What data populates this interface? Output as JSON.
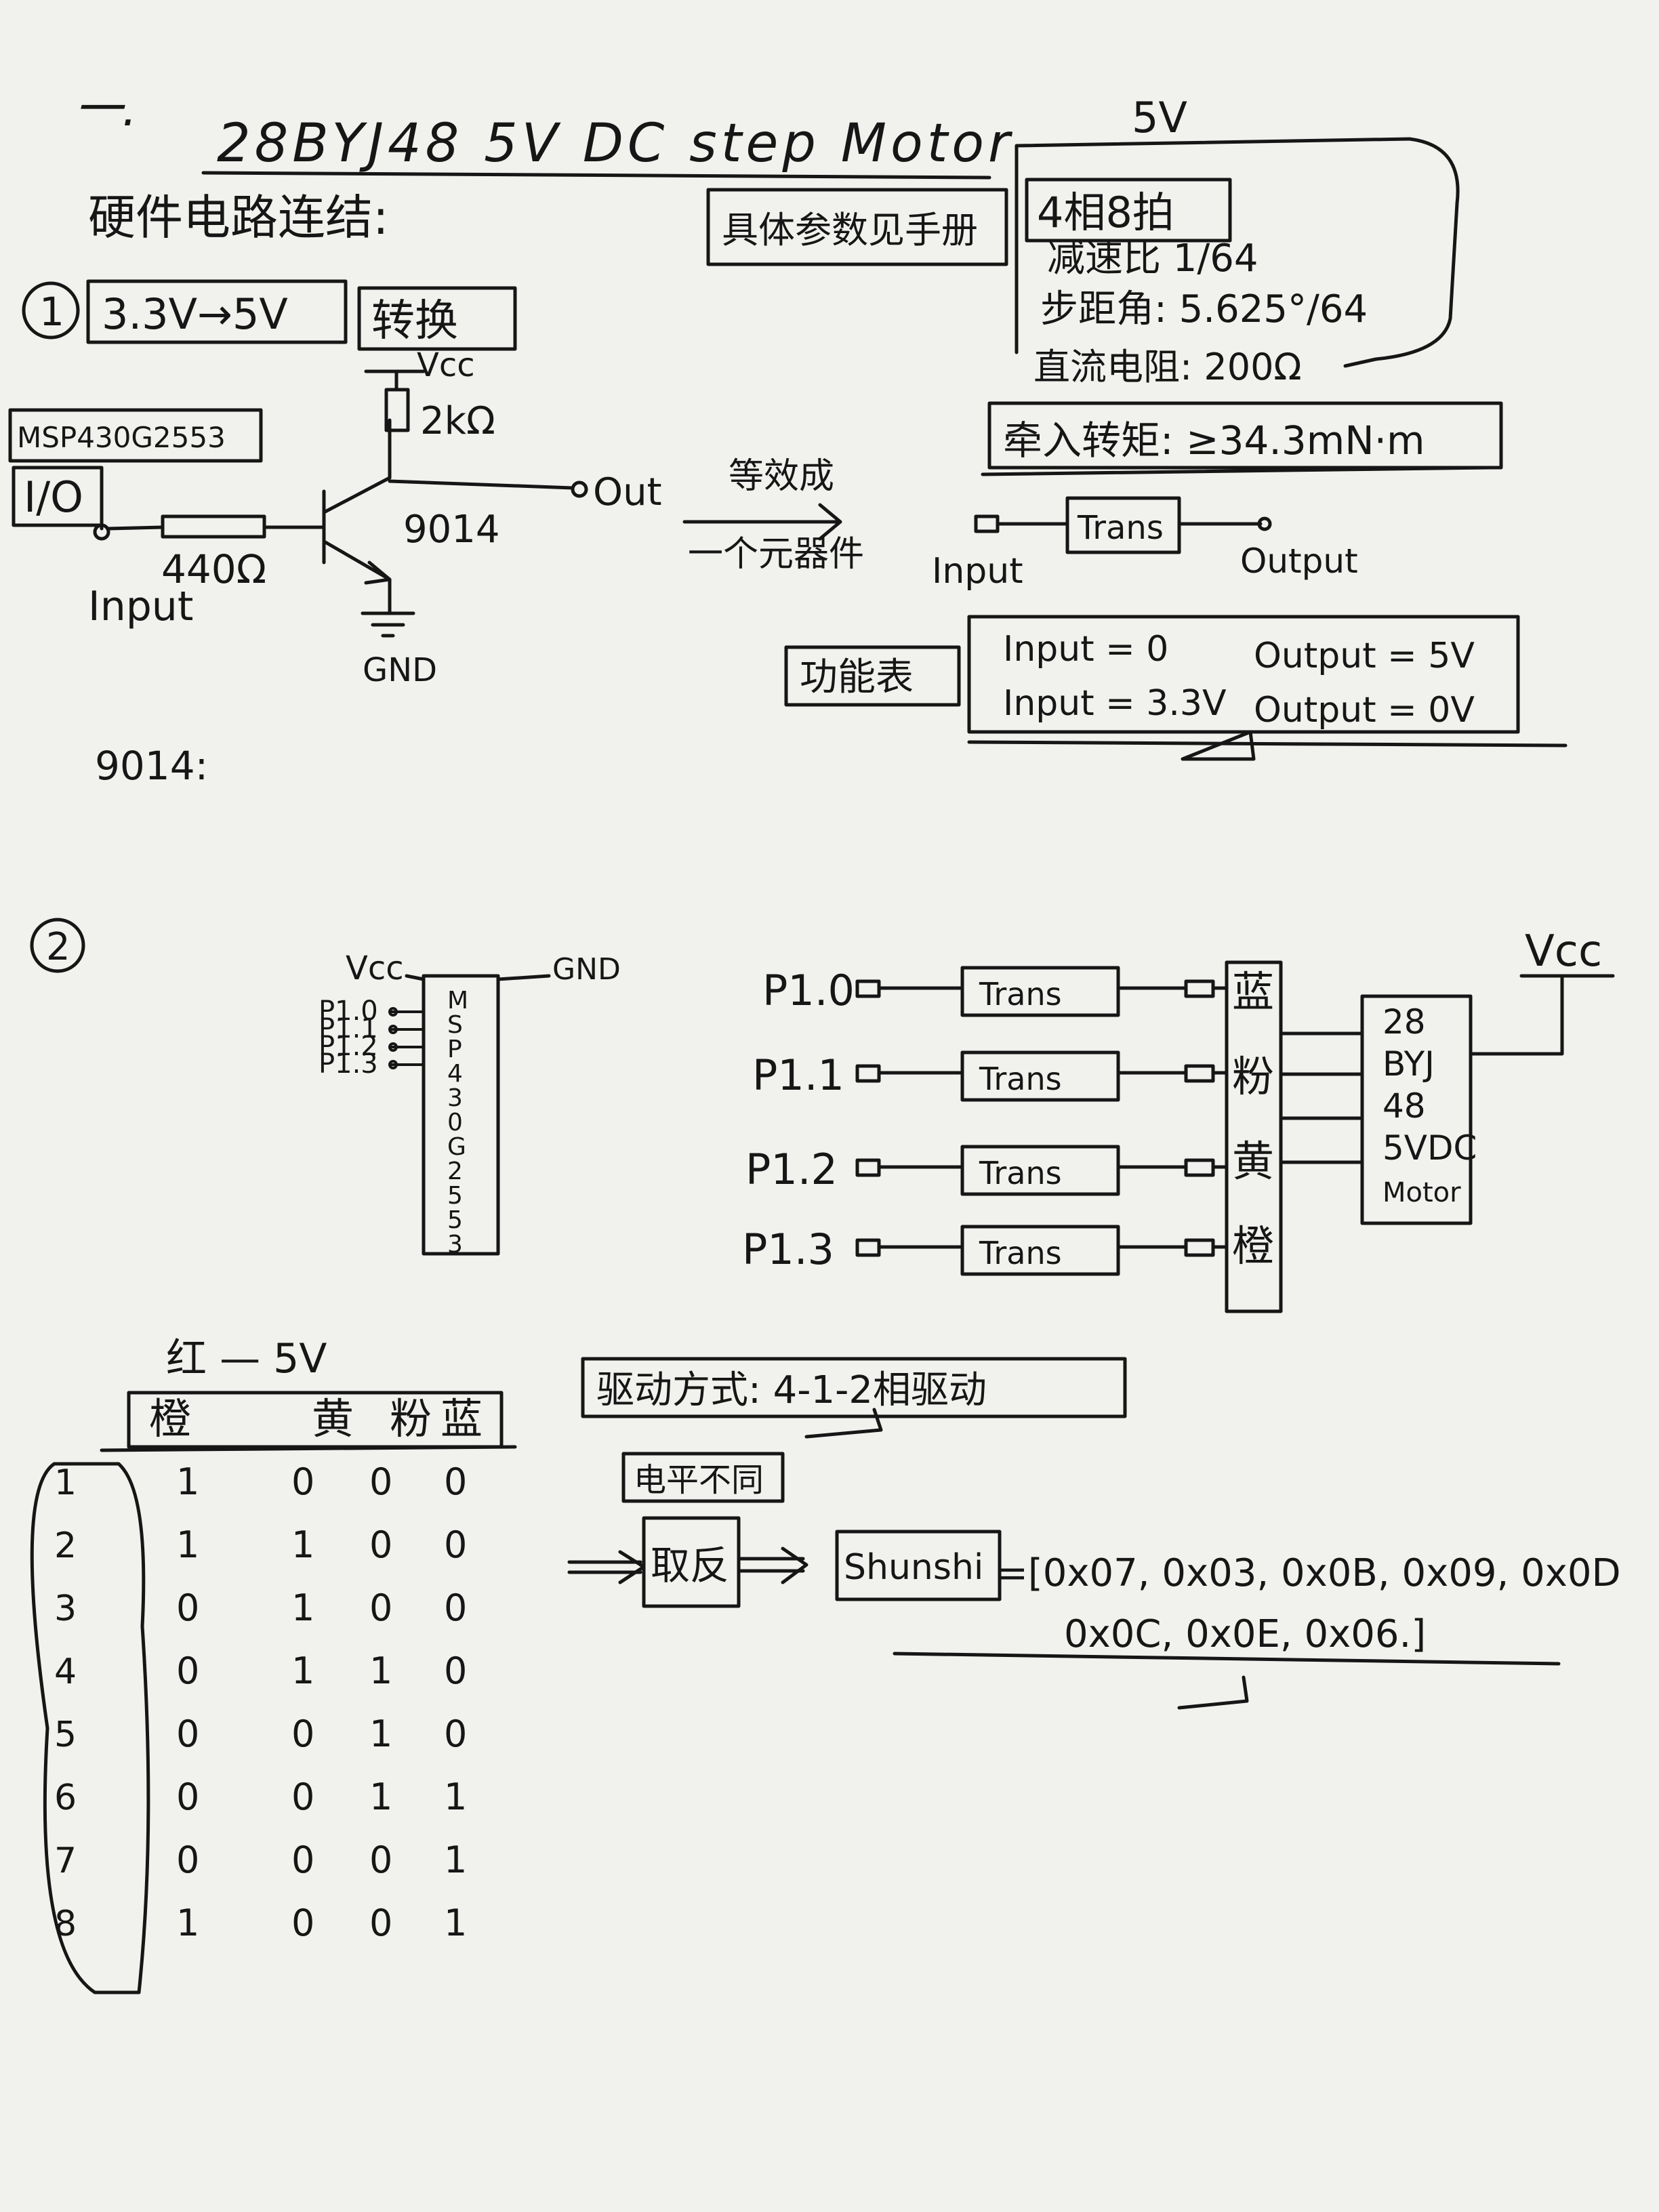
{
  "header": {
    "dash": "一.",
    "title": "28BYJ48 5V DC step Motor",
    "subtitle": "硬件电路连结:",
    "spec_note": "具体参数见手册"
  },
  "specs": {
    "voltage": "5V",
    "phase": "4相8拍",
    "reduction": "减速比 1/64",
    "step_angle": "步距角: 5.625°/64",
    "resistance": "直流电阻: 200Ω",
    "torque": "牵入转矩: ≥34.3mN·m"
  },
  "section1": {
    "number": "①",
    "convert_label": "3.3V→5V",
    "convert_word": "转换",
    "chip_label": "MSP430G2553",
    "io_label": "I/O",
    "vcc": "Vcc",
    "resistor_top": "2kΩ",
    "resistor_in": "440Ω",
    "transistor": "9014",
    "out": "Out",
    "input": "Input",
    "gnd": "GND",
    "equivalent_top": "等效成",
    "equivalent_bottom": "一个元器件",
    "block_input": "Input",
    "block_trans": "Trans",
    "block_output": "Output",
    "func_table_label": "功能表",
    "func_rows": [
      {
        "in": "Input = 0",
        "out": "Output = 5V"
      },
      {
        "in": "Input = 3.3V",
        "out": "Output = 0V"
      }
    ],
    "note_9014": "9014:"
  },
  "section2": {
    "number": "②",
    "vcc_left": "Vcc",
    "gnd_left": "GND",
    "pins": [
      "P1.0",
      "P1.1",
      "P1.2",
      "P1.3"
    ],
    "chip_vertical": [
      "M",
      "S",
      "P",
      "4",
      "3",
      "0",
      "G",
      "2",
      "5",
      "5",
      "3"
    ],
    "trans": "Trans",
    "colors": [
      "蓝",
      "粉",
      "黄",
      "橙"
    ],
    "vcc_right": "Vcc",
    "motor": [
      "28",
      "BYJ",
      "48",
      "5VDC",
      "Motor"
    ]
  },
  "section3": {
    "red_5v": "红 — 5V",
    "header_cols": [
      "橙",
      "黄",
      "粉",
      "蓝"
    ],
    "rows": [
      {
        "n": "1",
        "v": [
          "1",
          "0",
          "0",
          "0"
        ]
      },
      {
        "n": "2",
        "v": [
          "1",
          "1",
          "0",
          "0"
        ]
      },
      {
        "n": "3",
        "v": [
          "0",
          "1",
          "0",
          "0"
        ]
      },
      {
        "n": "4",
        "v": [
          "0",
          "1",
          "1",
          "0"
        ]
      },
      {
        "n": "5",
        "v": [
          "0",
          "0",
          "1",
          "0"
        ]
      },
      {
        "n": "6",
        "v": [
          "0",
          "0",
          "1",
          "1"
        ]
      },
      {
        "n": "7",
        "v": [
          "0",
          "0",
          "0",
          "1"
        ]
      },
      {
        "n": "8",
        "v": [
          "1",
          "0",
          "0",
          "1"
        ]
      }
    ],
    "drive_method": "驱动方式: 4-1-2相驱动",
    "circuit_label": "电平不同",
    "negate_label": "取反",
    "array_name": "Shunshi",
    "array_line1": "=[0x07, 0x03, 0x0B, 0x09, 0x0D",
    "array_line2": "0x0C, 0x0E, 0x06.]"
  }
}
